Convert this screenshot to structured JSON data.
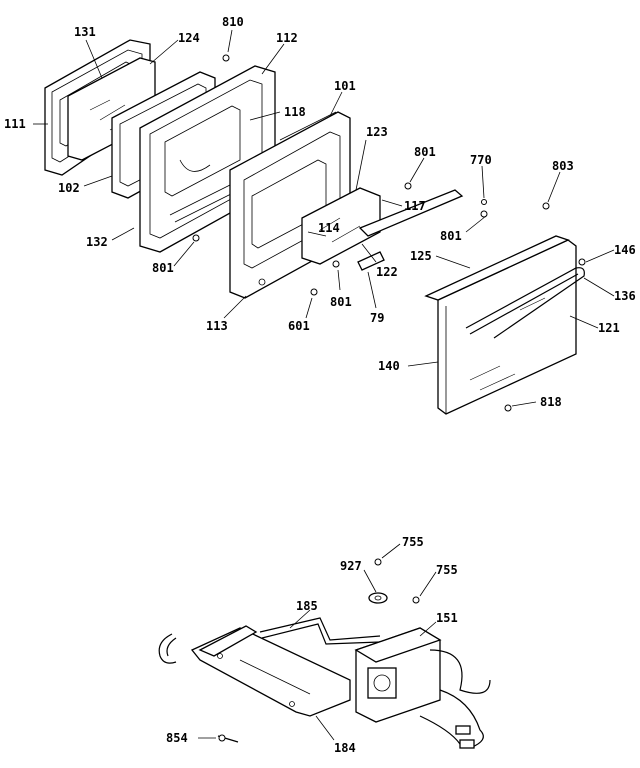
{
  "diagram": {
    "labels": {
      "p131": "131",
      "p124": "124",
      "p810": "810",
      "p112": "112",
      "p111": "111",
      "p118": "118",
      "p101": "101",
      "p102": "102",
      "p123": "123",
      "p801a": "801",
      "p770": "770",
      "p803": "803",
      "p132": "132",
      "p117": "117",
      "p801b": "801",
      "p114": "114",
      "p146": "146",
      "p125": "125",
      "p801c": "801",
      "p122": "122",
      "p136": "136",
      "p801d": "801",
      "p601": "601",
      "p79": "79",
      "p113": "113",
      "p121": "121",
      "p140": "140",
      "p818": "818",
      "p755a": "755",
      "p927": "927",
      "p755b": "755",
      "p185": "185",
      "p151": "151",
      "p854": "854",
      "p184": "184"
    }
  }
}
